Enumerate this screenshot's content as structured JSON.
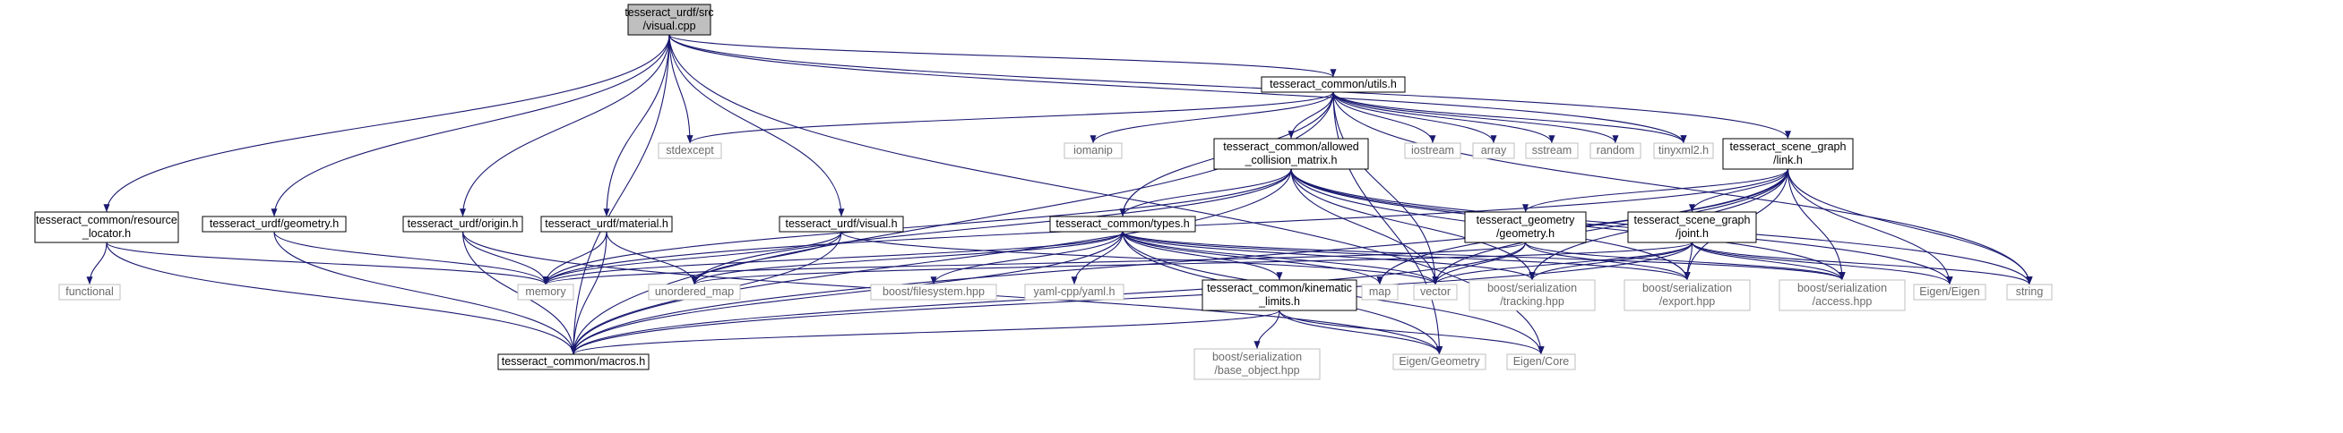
{
  "colors": {
    "edge": "#191970",
    "root_fill": "#bfbfbf",
    "documented_border": "#000000",
    "undocumented_border": "#bfbfbf",
    "documented_text": "#000000",
    "undocumented_text": "#6b6b6b"
  },
  "nodes": [
    {
      "id": "visual_cpp",
      "lines": [
        "tesseract_urdf/src",
        "/visual.cpp"
      ],
      "kind": "root"
    },
    {
      "id": "utils_h",
      "lines": [
        "tesseract_common/utils.h"
      ],
      "kind": "doc"
    },
    {
      "id": "scene_link_h",
      "lines": [
        "tesseract_scene_graph",
        "/link.h"
      ],
      "kind": "doc"
    },
    {
      "id": "stdexcept",
      "lines": [
        "stdexcept"
      ],
      "kind": "ext"
    },
    {
      "id": "iomanip",
      "lines": [
        "iomanip"
      ],
      "kind": "ext"
    },
    {
      "id": "allowed_collision_h",
      "lines": [
        "tesseract_common/allowed",
        "_collision_matrix.h"
      ],
      "kind": "doc"
    },
    {
      "id": "iostream",
      "lines": [
        "iostream"
      ],
      "kind": "ext"
    },
    {
      "id": "array",
      "lines": [
        "array"
      ],
      "kind": "ext"
    },
    {
      "id": "sstream",
      "lines": [
        "sstream"
      ],
      "kind": "ext"
    },
    {
      "id": "random",
      "lines": [
        "random"
      ],
      "kind": "ext"
    },
    {
      "id": "tinyxml2",
      "lines": [
        "tinyxml2.h"
      ],
      "kind": "ext"
    },
    {
      "id": "resource_locator_h",
      "lines": [
        "tesseract_common/resource",
        "_locator.h"
      ],
      "kind": "doc"
    },
    {
      "id": "urdf_geometry_h",
      "lines": [
        "tesseract_urdf/geometry.h"
      ],
      "kind": "doc"
    },
    {
      "id": "urdf_origin_h",
      "lines": [
        "tesseract_urdf/origin.h"
      ],
      "kind": "doc"
    },
    {
      "id": "urdf_material_h",
      "lines": [
        "tesseract_urdf/material.h"
      ],
      "kind": "doc"
    },
    {
      "id": "urdf_visual_h",
      "lines": [
        "tesseract_urdf/visual.h"
      ],
      "kind": "doc"
    },
    {
      "id": "types_h",
      "lines": [
        "tesseract_common/types.h"
      ],
      "kind": "doc"
    },
    {
      "id": "geometry_geometry_h",
      "lines": [
        "tesseract_geometry",
        "/geometry.h"
      ],
      "kind": "doc"
    },
    {
      "id": "scene_joint_h",
      "lines": [
        "tesseract_scene_graph",
        "/joint.h"
      ],
      "kind": "doc"
    },
    {
      "id": "functional",
      "lines": [
        "functional"
      ],
      "kind": "ext"
    },
    {
      "id": "memory",
      "lines": [
        "memory"
      ],
      "kind": "ext"
    },
    {
      "id": "unordered_map",
      "lines": [
        "unordered_map"
      ],
      "kind": "ext"
    },
    {
      "id": "boost_filesystem",
      "lines": [
        "boost/filesystem.hpp"
      ],
      "kind": "ext"
    },
    {
      "id": "yaml_cpp",
      "lines": [
        "yaml-cpp/yaml.h"
      ],
      "kind": "ext"
    },
    {
      "id": "kinematic_limits_h",
      "lines": [
        "tesseract_common/kinematic",
        "_limits.h"
      ],
      "kind": "doc"
    },
    {
      "id": "map",
      "lines": [
        "map"
      ],
      "kind": "ext"
    },
    {
      "id": "vector",
      "lines": [
        "vector"
      ],
      "kind": "ext"
    },
    {
      "id": "boost_tracking",
      "lines": [
        "boost/serialization",
        "/tracking.hpp"
      ],
      "kind": "ext"
    },
    {
      "id": "boost_export",
      "lines": [
        "boost/serialization",
        "/export.hpp"
      ],
      "kind": "ext"
    },
    {
      "id": "boost_access",
      "lines": [
        "boost/serialization",
        "/access.hpp"
      ],
      "kind": "ext"
    },
    {
      "id": "eigen_eigen",
      "lines": [
        "Eigen/Eigen"
      ],
      "kind": "ext"
    },
    {
      "id": "string",
      "lines": [
        "string"
      ],
      "kind": "ext"
    },
    {
      "id": "macros_h",
      "lines": [
        "tesseract_common/macros.h"
      ],
      "kind": "doc"
    },
    {
      "id": "boost_base_object",
      "lines": [
        "boost/serialization",
        "/base_object.hpp"
      ],
      "kind": "ext"
    },
    {
      "id": "eigen_geometry",
      "lines": [
        "Eigen/Geometry"
      ],
      "kind": "ext"
    },
    {
      "id": "eigen_core",
      "lines": [
        "Eigen/Core"
      ],
      "kind": "ext"
    }
  ]
}
